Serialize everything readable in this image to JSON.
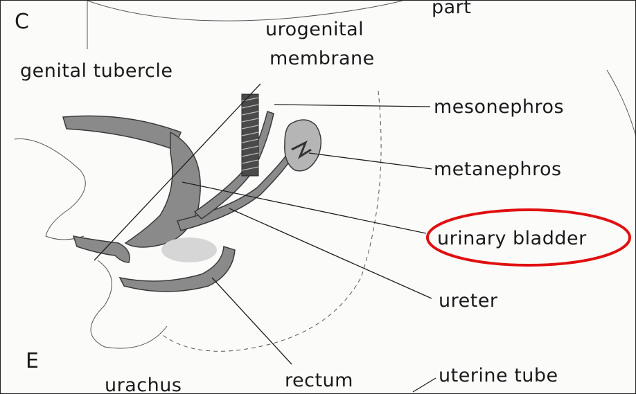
{
  "figure": {
    "panel_c": "C",
    "panel_e": "E",
    "labels": {
      "part": "part",
      "urogenital_line1": "urogenital",
      "urogenital_line2": "membrane",
      "genital_tubercle": "genital tubercle",
      "mesonephros": "mesonephros",
      "metanephros": "metanephros",
      "urinary_bladder": "urinary bladder",
      "ureter": "ureter",
      "urachus": "urachus",
      "rectum": "rectum",
      "uterine_tube": "uterine tube"
    },
    "highlight": {
      "target": "urinary bladder",
      "color": "#e01010"
    }
  }
}
